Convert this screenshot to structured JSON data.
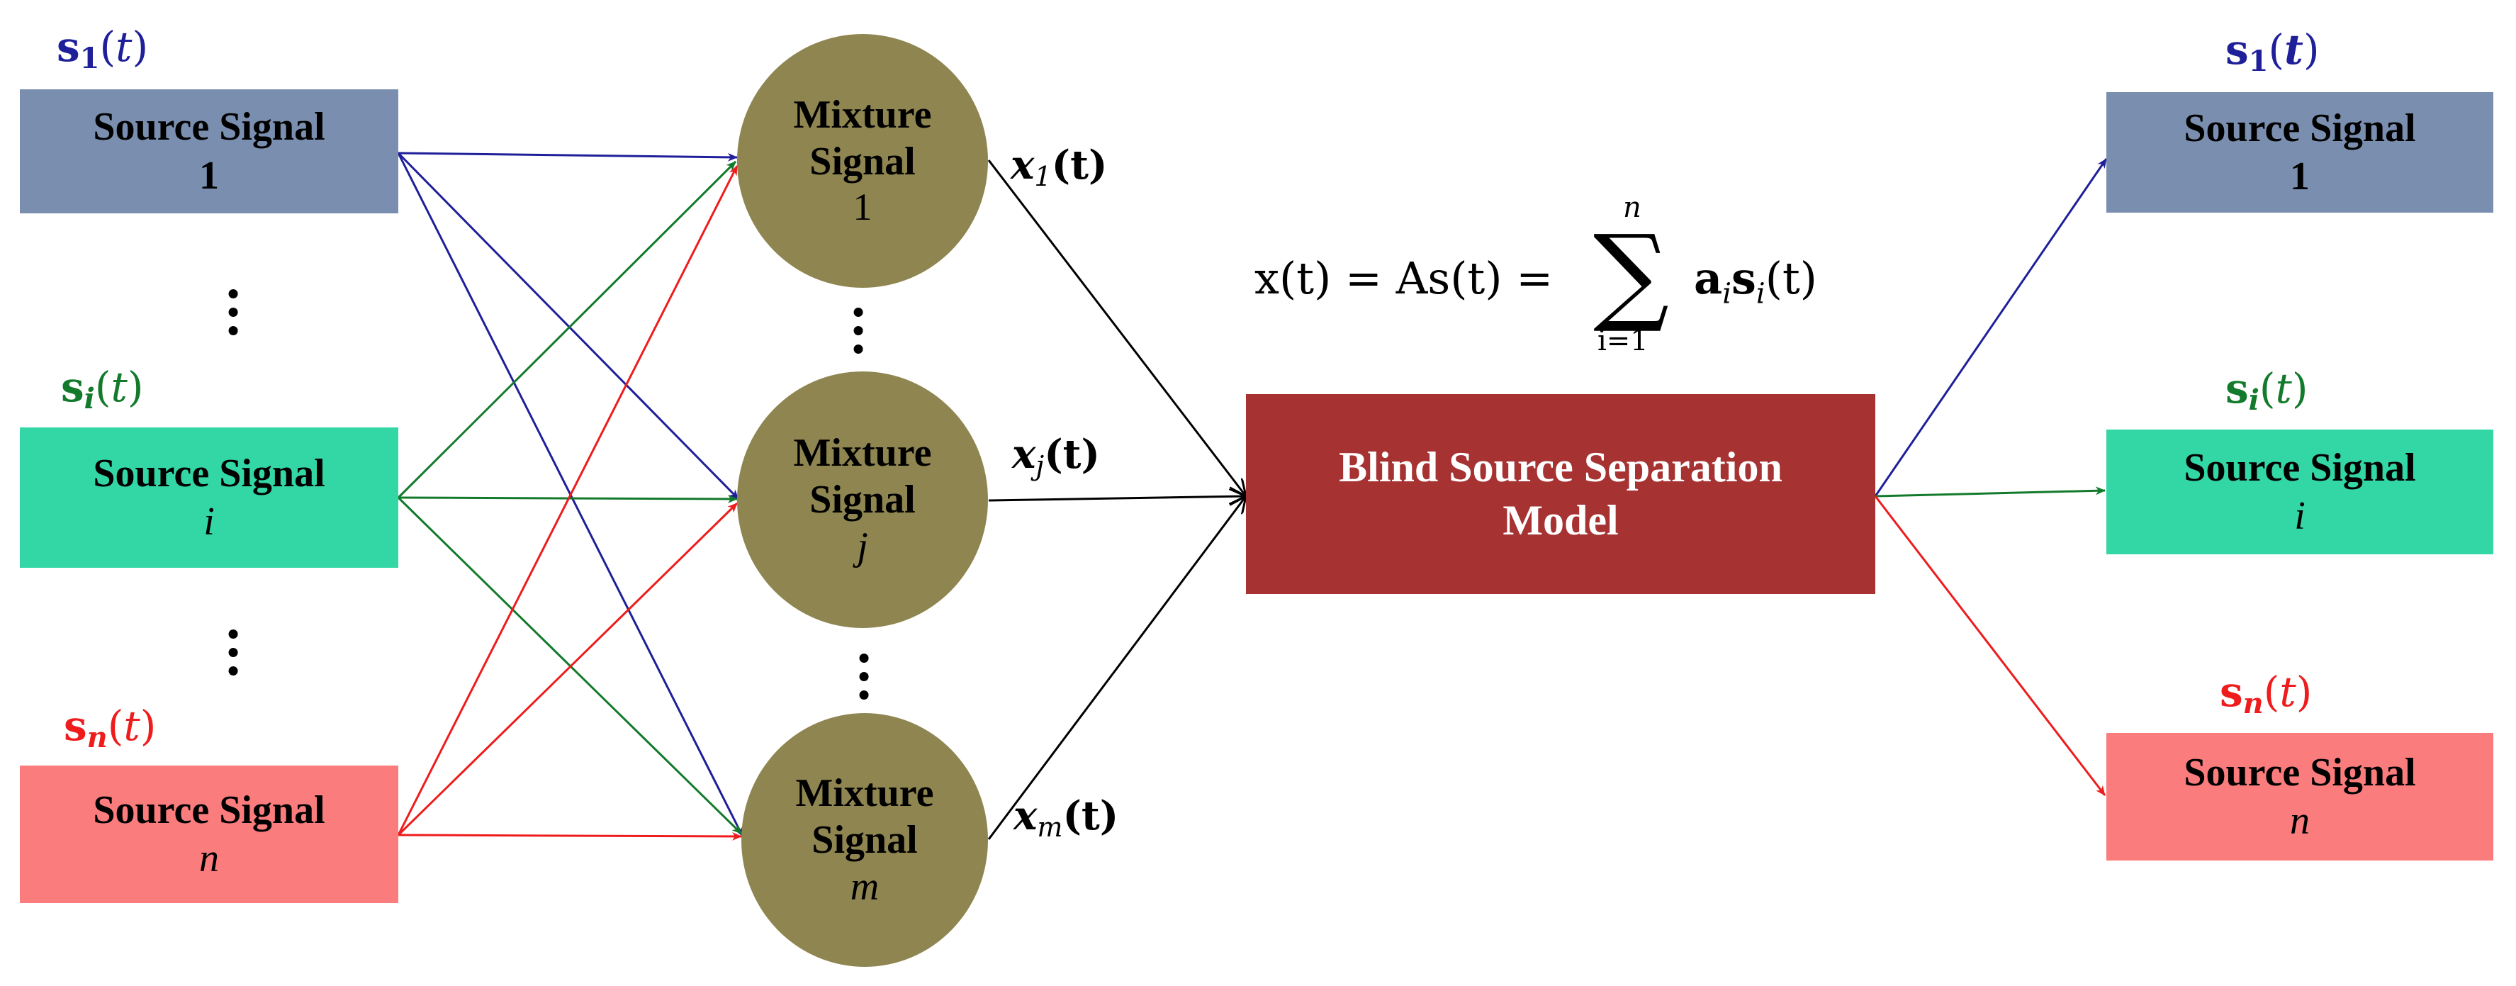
{
  "sources": [
    {
      "label_line1": "Source Signal",
      "label_line2": "1",
      "line2_italic": false,
      "sym": "s",
      "sub": "1",
      "arg": "t",
      "color": "#1f1f9a",
      "fill": "#7a8fb0"
    },
    {
      "label_line1": "Source Signal",
      "label_line2": "i",
      "line2_italic": true,
      "sym": "s",
      "sub": "i",
      "arg": "t",
      "color": "#137a2c",
      "fill": "#33d6a5"
    },
    {
      "label_line1": "Source Signal",
      "label_line2": "n",
      "line2_italic": true,
      "sym": "s",
      "sub": "n",
      "arg": "t",
      "color": "#ee1c1c",
      "fill": "#fa7c7c"
    }
  ],
  "mixtures": [
    {
      "line1": "Mixture",
      "line2": "Signal",
      "line3": "1",
      "x_sub": "1"
    },
    {
      "line1": "Mixture",
      "line2": "Signal",
      "line3": "j",
      "x_sub": "j"
    },
    {
      "line1": "Mixture",
      "line2": "Signal",
      "line3": "m",
      "x_sub": "m"
    }
  ],
  "mixture_fill": "#8f8550",
  "x_symbol": "x",
  "x_arg": "(t)",
  "model": {
    "line1": "Blind Source Separation",
    "line2": "Model",
    "fill": "#a63232"
  },
  "formula": {
    "lhs": "x(t) = As(t) =",
    "upper": "n",
    "lower": "i=1",
    "rhs": "a",
    "rhs_sub": "i",
    "rhs_s": "s",
    "rhs_s_sub": "i",
    "rhs_arg": "(t)"
  },
  "outputs": [
    {
      "label_line1": "Source Signal",
      "label_line2": "1",
      "line2_italic": false,
      "sym": "s",
      "sub": "1",
      "arg": "t",
      "color": "#1f1f9a",
      "fill": "#7a8fb0"
    },
    {
      "label_line1": "Source Signal",
      "label_line2": "i",
      "line2_italic": true,
      "sym": "s",
      "sub": "i",
      "arg": "t",
      "color": "#137a2c",
      "fill": "#33d6a5"
    },
    {
      "label_line1": "Source Signal",
      "label_line2": "n",
      "line2_italic": true,
      "sym": "s",
      "sub": "n",
      "arg": "t",
      "color": "#ee1c1c",
      "fill": "#fa7c7c"
    }
  ]
}
